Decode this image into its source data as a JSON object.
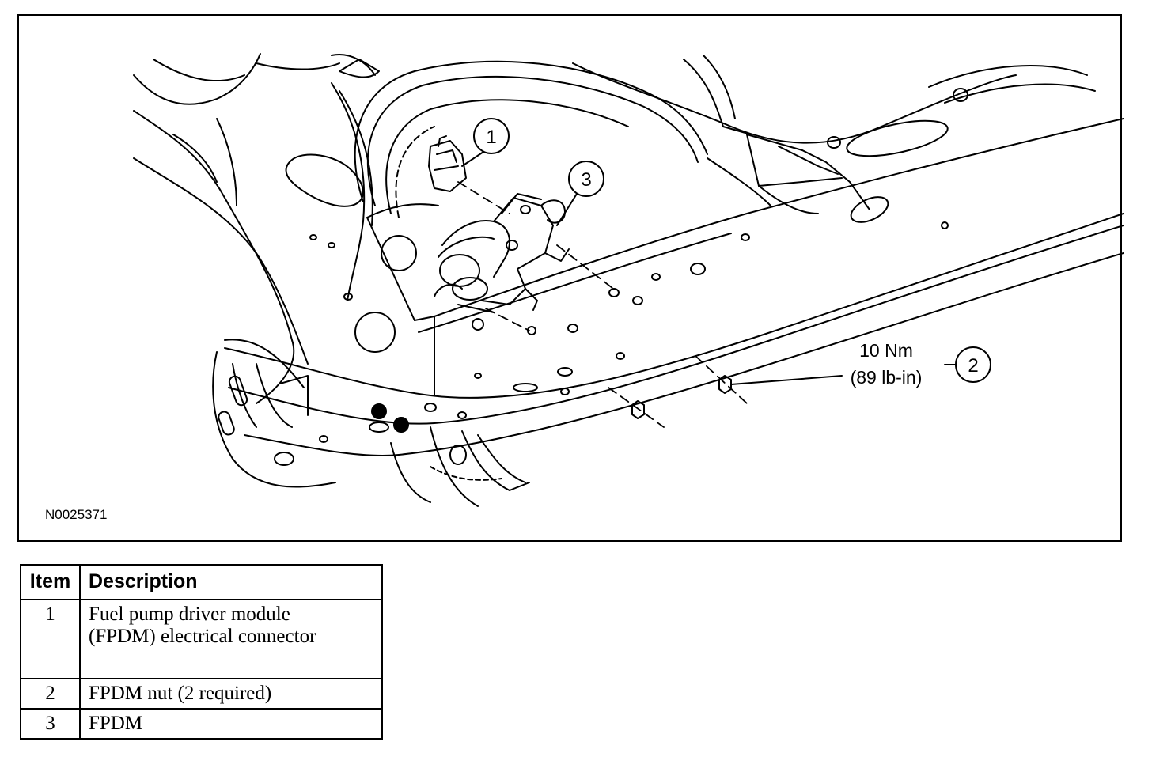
{
  "figure": {
    "code": "N0025371",
    "callouts": [
      "1",
      "2",
      "3"
    ],
    "torque": {
      "line1": "10 Nm",
      "line2": "(89 lb-in)"
    }
  },
  "legend": {
    "headers": {
      "item": "Item",
      "description": "Description"
    },
    "rows": [
      {
        "item": "1",
        "description_lines": [
          "Fuel pump driver module",
          "(FPDM) electrical connector"
        ]
      },
      {
        "item": "2",
        "description_lines": [
          "FPDM nut (2 required)"
        ]
      },
      {
        "item": "3",
        "description_lines": [
          "FPDM"
        ]
      }
    ]
  }
}
